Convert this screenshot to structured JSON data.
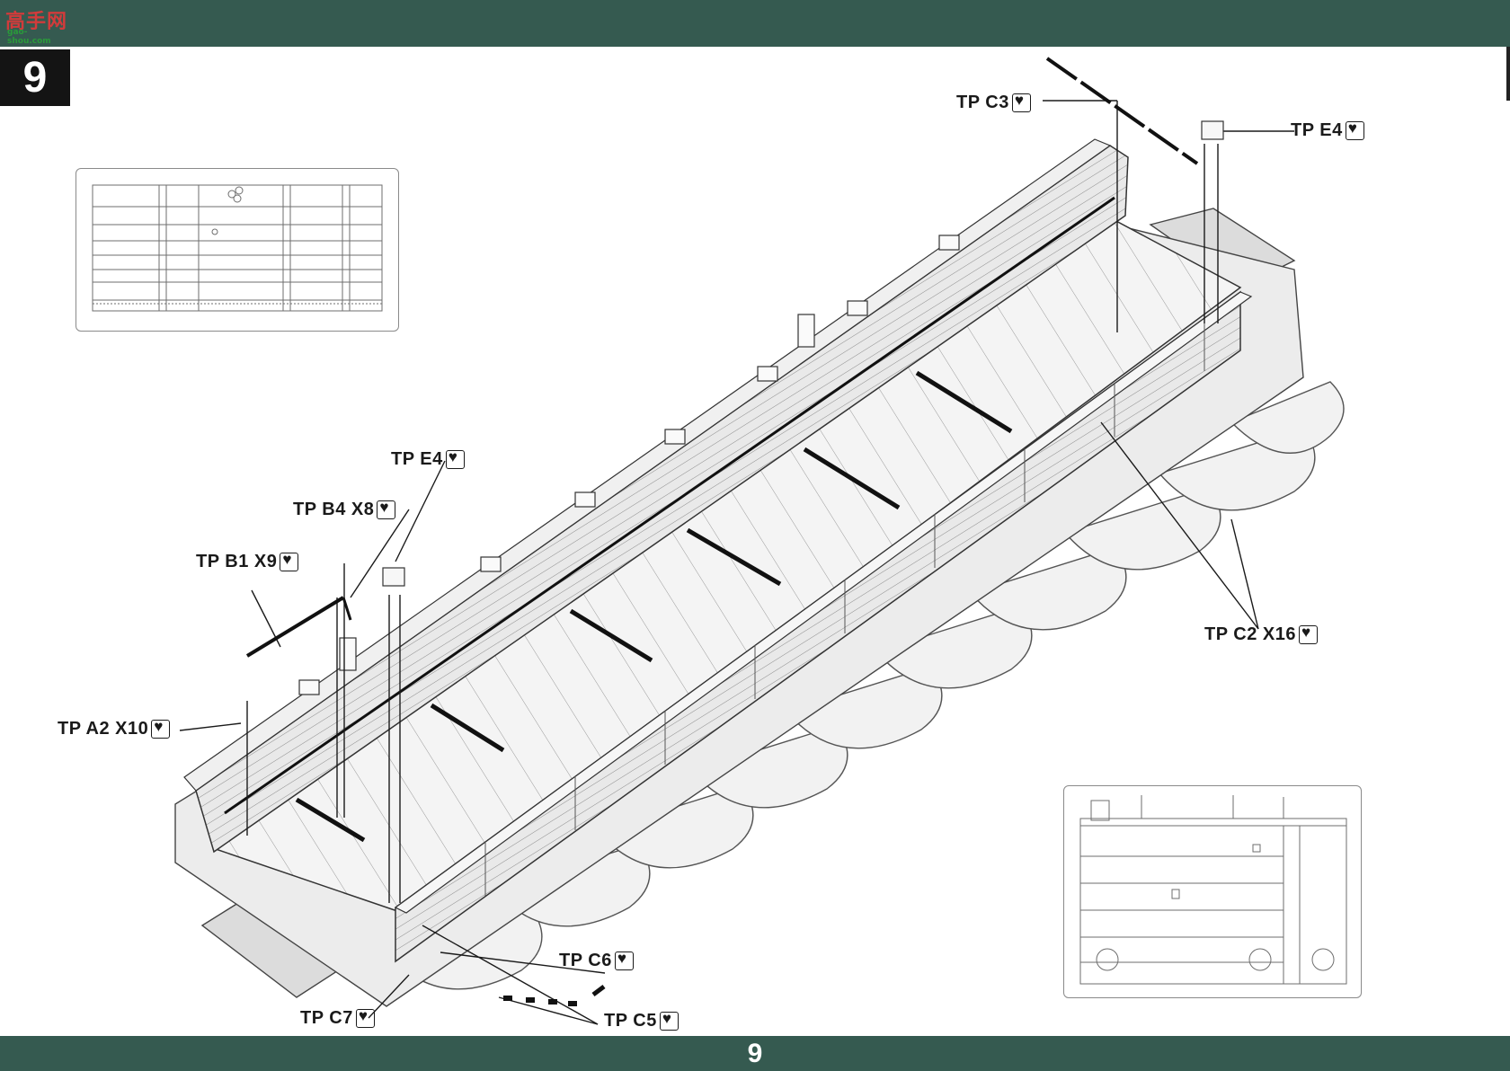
{
  "header": {
    "logo_text": "高手网",
    "logo_url": "gao-shou.com"
  },
  "step_number": "9",
  "footer": {
    "page_number": "9"
  },
  "icons": {
    "photo_etch": "photo-etch-part-icon"
  },
  "callouts": [
    {
      "id": "tp-c3",
      "label": "TP C3"
    },
    {
      "id": "tp-e4-top",
      "label": "TP E4"
    },
    {
      "id": "tp-e4",
      "label": "TP E4"
    },
    {
      "id": "tp-b4",
      "label": "TP B4 X8"
    },
    {
      "id": "tp-b1",
      "label": "TP B1 X9"
    },
    {
      "id": "tp-a2",
      "label": "TP A2 X10"
    },
    {
      "id": "tp-c2",
      "label": "TP C2 X16"
    },
    {
      "id": "tp-c6",
      "label": "TP C6"
    },
    {
      "id": "tp-c7",
      "label": "TP C7"
    },
    {
      "id": "tp-c5",
      "label": "TP C5"
    }
  ],
  "colors": {
    "band": "#355a50",
    "ink": "#1a1a1a",
    "step_box": "#141414"
  }
}
